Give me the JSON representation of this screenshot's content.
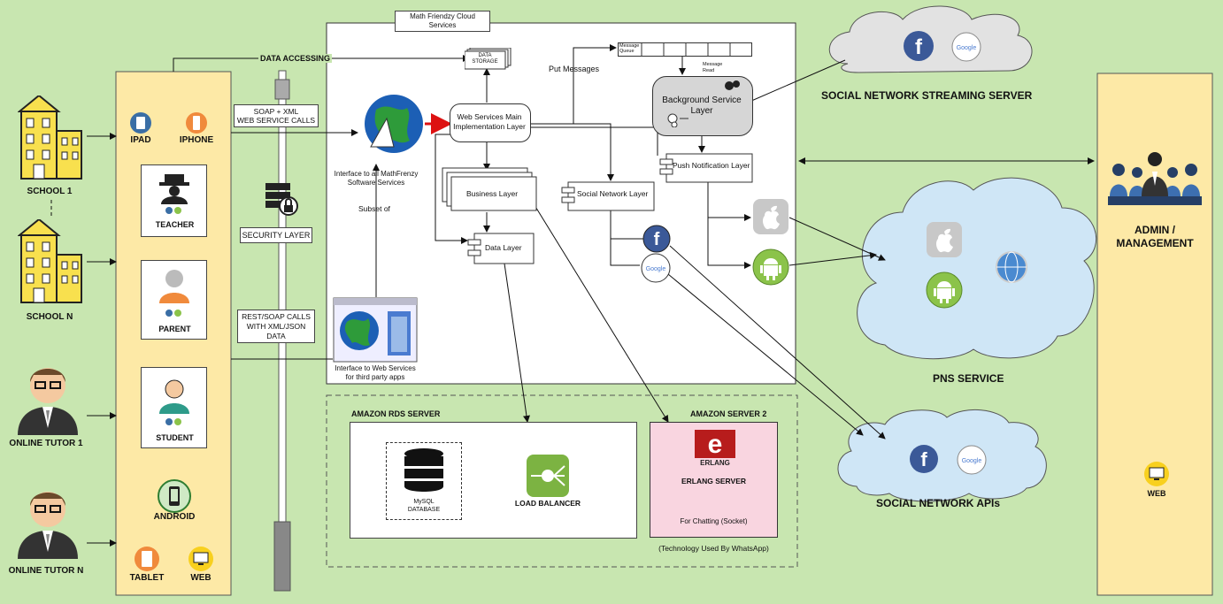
{
  "left_entities": {
    "school1": "SCHOOL 1",
    "schoolN": "SCHOOL N",
    "tutor1": "ONLINE TUTOR 1",
    "tutorN": "ONLINE TUTOR N"
  },
  "client_panel": {
    "ipad": "IPAD",
    "iphone": "IPHONE",
    "teacher": "TEACHER",
    "parent": "PARENT",
    "student": "STUDENT",
    "android": "ANDROID",
    "tablet": "TABLET",
    "web": "WEB"
  },
  "middle": {
    "data_accessing": "DATA ACCESSING",
    "soap_xml": "SOAP + XML\nWEB SERVICE CALLS",
    "security_layer": "SECURITY LAYER",
    "rest_soap": "REST/SOAP CALLS\nWITH XML/JSON\nDATA"
  },
  "cloud": {
    "title": "Math Friendzy Cloud\nServices",
    "data_storage": "DATA\nSTORAGE",
    "put_messages": "Put Messages",
    "message_queue": "Message\nQueue",
    "message_read": "Message\nRead",
    "background_service": "Background Service\nLayer",
    "interface_all": "Interface to all MathFrenzy\nSoftware Services",
    "web_services_main": "Web Services Main\nImplementation Layer",
    "push_notification": "Push Notification Layer",
    "business_layer": "Business Layer",
    "social_network_layer": "Social Network Layer",
    "subset_of": "Subset of",
    "data_layer": "Data Layer",
    "interface_web": "Interface to Web Services\nfor third party apps"
  },
  "amazon": {
    "rds_title": "AMAZON RDS SERVER",
    "mysql": "MySQL\nDATABASE",
    "load_balancer": "LOAD BALANCER",
    "server2_title": "AMAZON SERVER 2",
    "erlang_logo": "ERLANG",
    "erlang_server": "ERLANG SERVER",
    "chatting": "For Chatting (Socket)",
    "whatsapp": "(Technology Used By WhatsApp)"
  },
  "right": {
    "streaming": "SOCIAL NETWORK STREAMING SERVER",
    "pns": "PNS SERVICE",
    "social_apis": "SOCIAL NETWORK APIs",
    "admin": "ADMIN /\nMANAGEMENT",
    "web": "WEB",
    "google": "Google"
  },
  "colors": {
    "background": "#c8e6b0",
    "panel": "#fde9a6",
    "cloud_gray": "#e2e2e2",
    "cloud_blue": "#cfe6f6",
    "erlang_box": "#f9d5e0",
    "facebook": "#3b5998",
    "android": "#8bc34a"
  }
}
